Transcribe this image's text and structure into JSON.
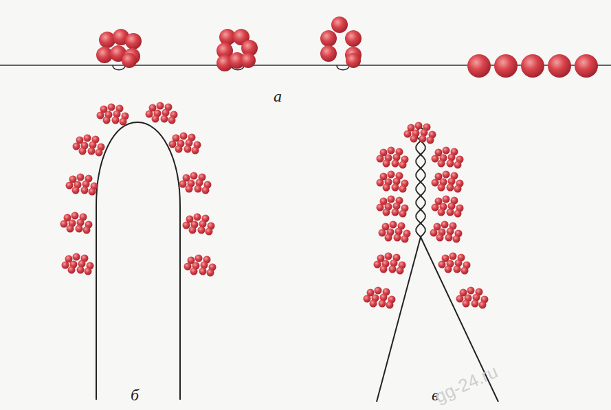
{
  "diagram": {
    "labels": [
      "а",
      "б",
      "в",
      "gg-24.ru"
    ]
  }
}
